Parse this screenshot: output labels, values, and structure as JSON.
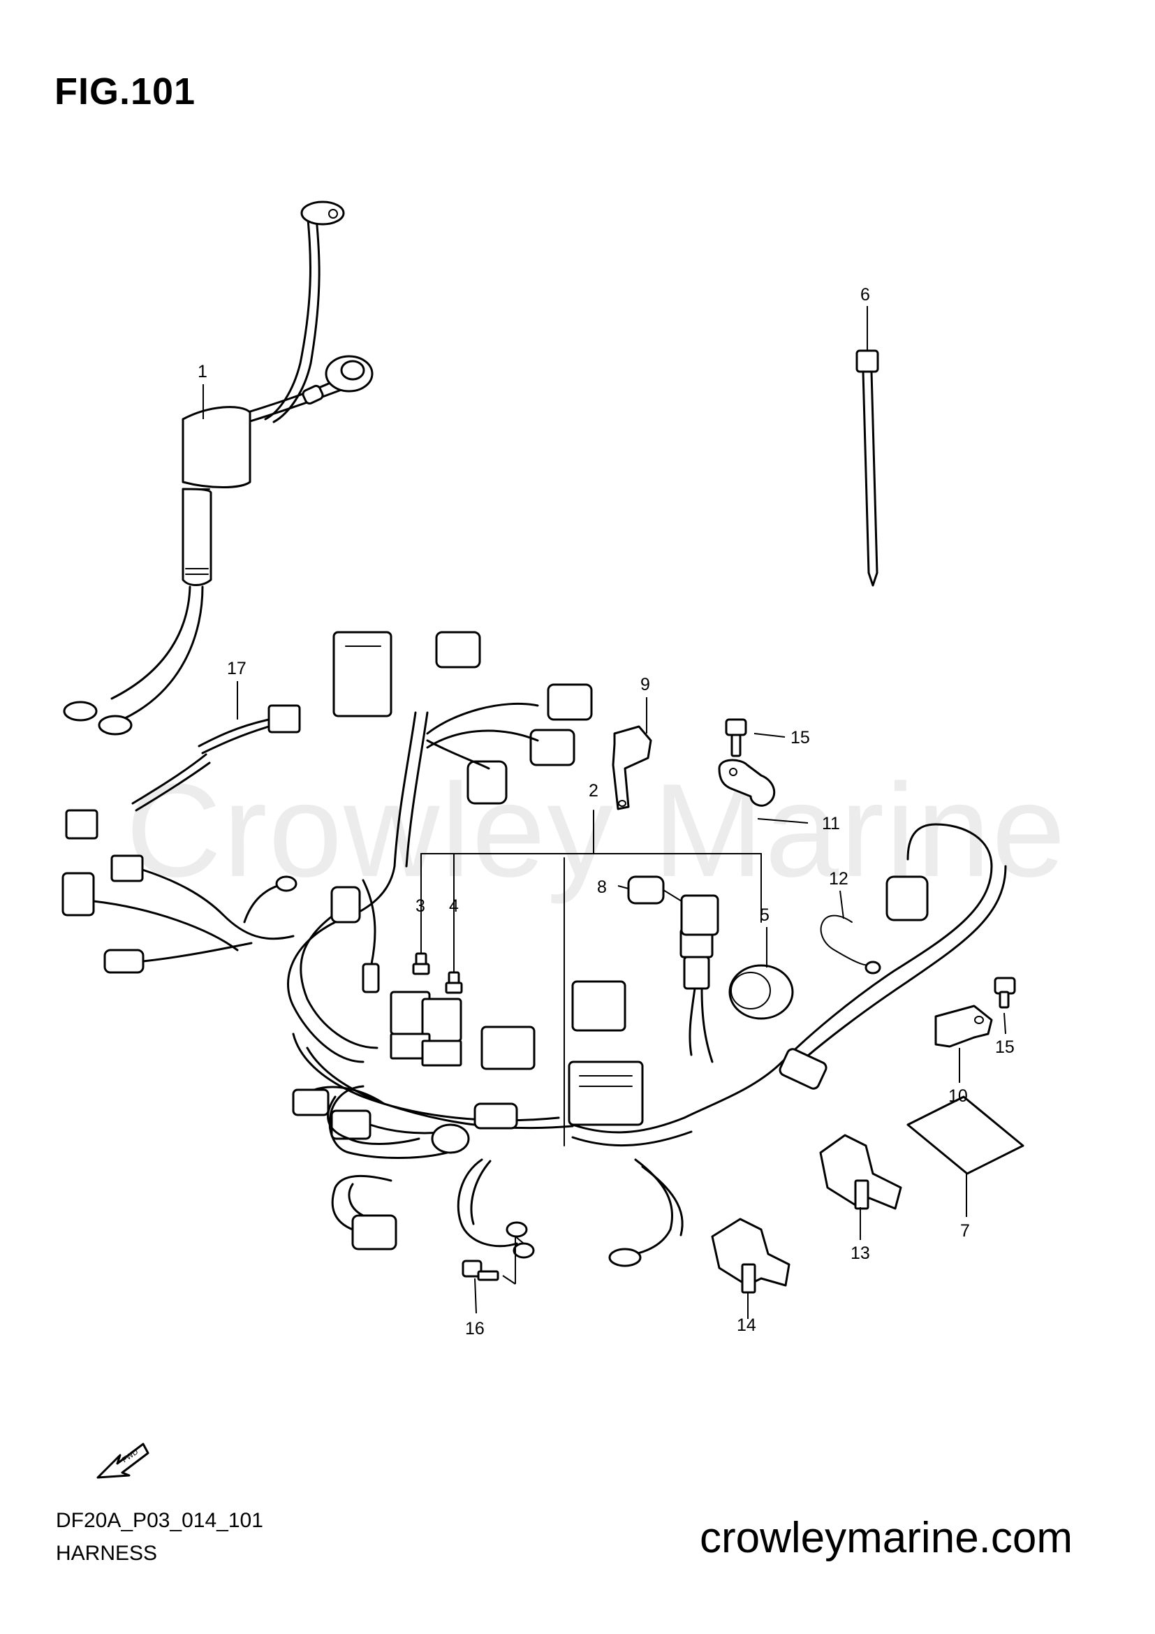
{
  "figure": {
    "title": "FIG.101",
    "code": "DF20A_P03_014_101",
    "name": "HARNESS"
  },
  "watermark": "Crowley Marine",
  "website": "crowleymarine.com",
  "fwd_label": "FWD",
  "callouts": {
    "c1": "1",
    "c2": "2",
    "c3": "3",
    "c4": "4",
    "c5": "5",
    "c6": "6",
    "c7": "7",
    "c8": "8",
    "c9": "9",
    "c10": "10",
    "c11": "11",
    "c12": "12",
    "c13": "13",
    "c14": "14",
    "c15a": "15",
    "c15b": "15",
    "c16": "16",
    "c17": "17"
  }
}
